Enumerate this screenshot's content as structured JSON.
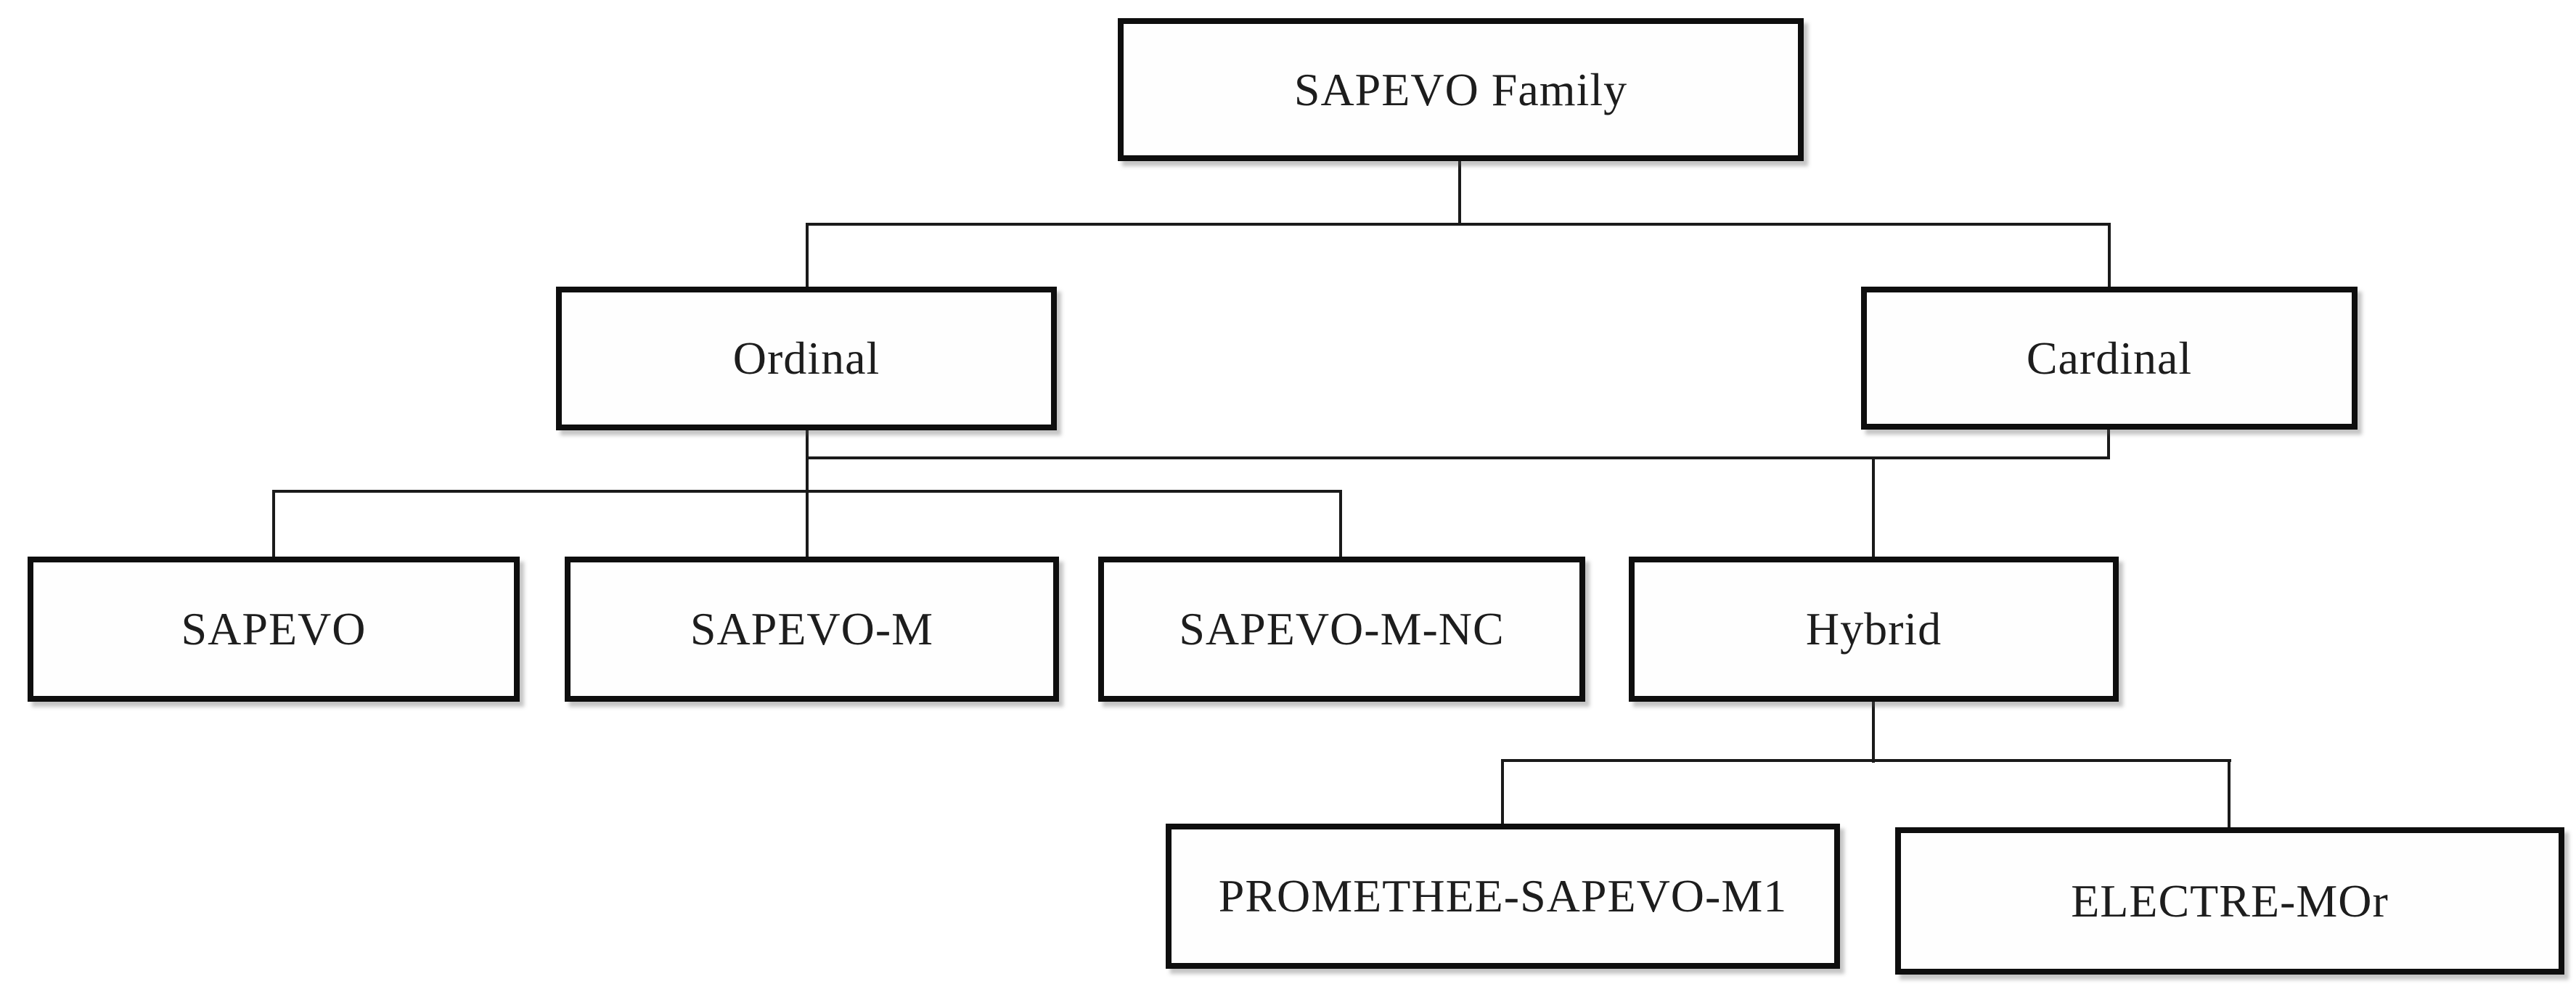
{
  "figure": {
    "type": "tree-diagram",
    "background_color": "#ffffff",
    "box_border_color": "#0e0e0e",
    "connector_color": "#1a1a1a",
    "text_color": "#1d1d1d"
  },
  "nodes": {
    "root": {
      "label": "SAPEVO Family"
    },
    "ordinal": {
      "label": "Ordinal"
    },
    "cardinal": {
      "label": "Cardinal"
    },
    "sapevo": {
      "label": "SAPEVO"
    },
    "sapevoM": {
      "label": "SAPEVO-M"
    },
    "sapevoMNC": {
      "label": "SAPEVO-M-NC"
    },
    "hybrid": {
      "label": "Hybrid"
    },
    "promethee": {
      "label": "PROMETHEE-SAPEVO-M1"
    },
    "electre": {
      "label": "ELECTRE-MOr"
    }
  },
  "hierarchy": [
    {
      "parent": "SAPEVO Family",
      "children": [
        "Ordinal",
        "Cardinal"
      ]
    },
    {
      "parent": "Ordinal",
      "children": [
        "SAPEVO",
        "SAPEVO-M",
        "SAPEVO-M-NC",
        "Hybrid"
      ]
    },
    {
      "parent": "Cardinal",
      "children": [
        "Hybrid"
      ]
    },
    {
      "parent": "Hybrid",
      "children": [
        "PROMETHEE-SAPEVO-M1",
        "ELECTRE-MOr"
      ]
    }
  ]
}
